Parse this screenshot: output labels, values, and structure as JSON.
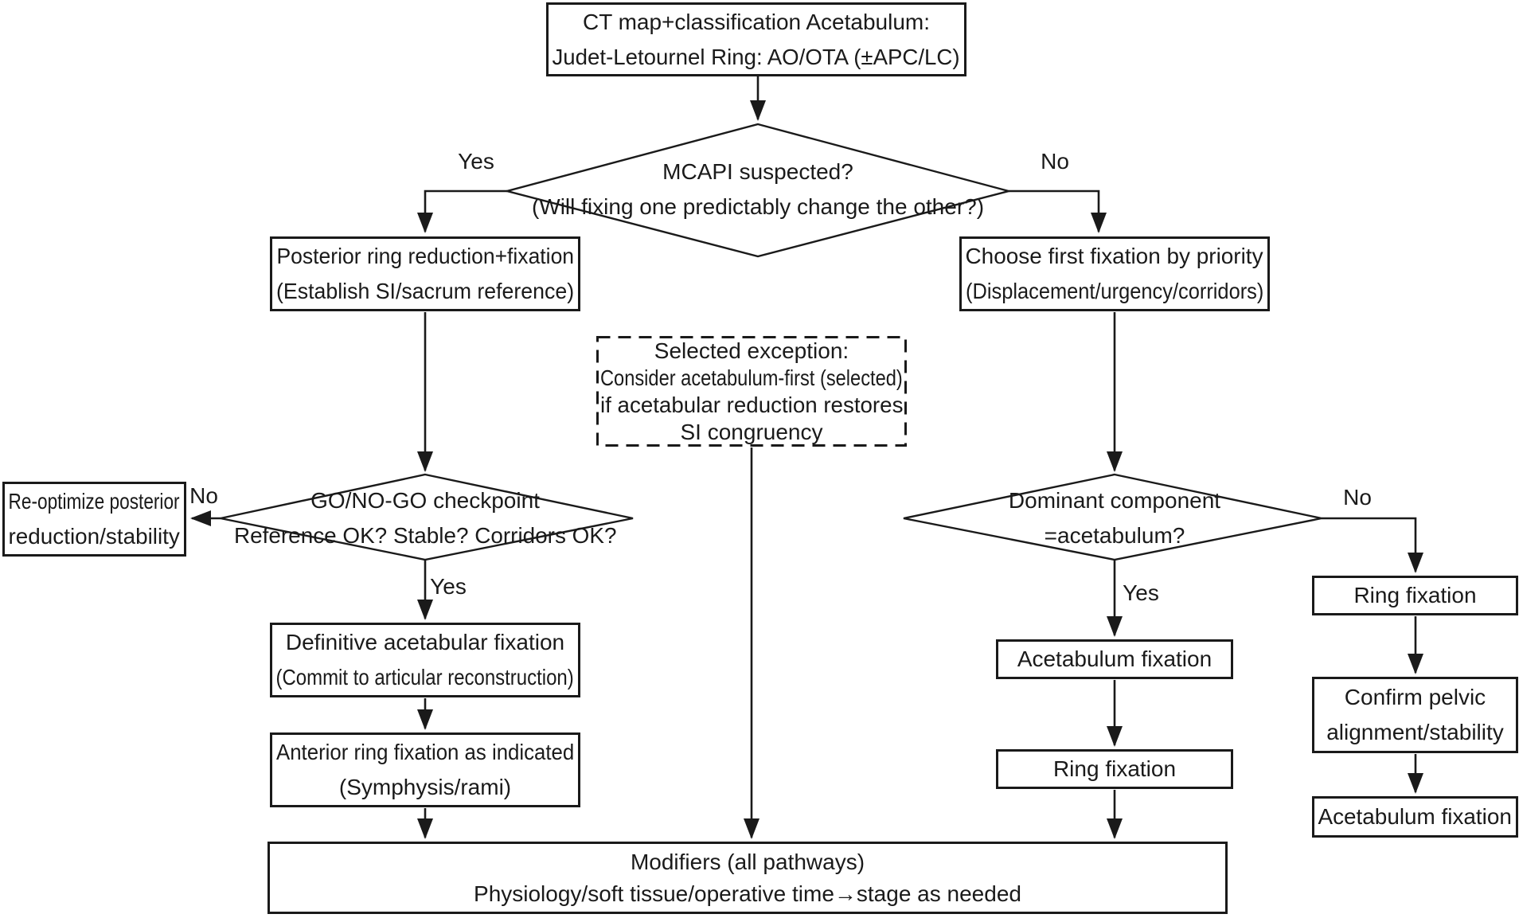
{
  "diagram_title": "Acetabulum and pelvic ring fixation decision flowchart",
  "colors": {
    "line": "#1a1a1a",
    "text": "#1a1a1a",
    "background": "#ffffff"
  },
  "nodes": {
    "ct_map": {
      "line1": "CT map+classification Acetabulum:",
      "line2": "Judet-Letournel Ring: AO/OTA (±APC/LC)"
    },
    "mcapi": {
      "line1": "MCAPI suspected?",
      "line2": "(Will fixing one predictably change the other?)"
    },
    "posterior": {
      "line1": "Posterior ring reduction+fixation",
      "line2": "(Establish SI/sacrum reference)"
    },
    "choose": {
      "line1": "Choose first fixation by priority",
      "line2": "(Displacement/urgency/corridors)"
    },
    "exception": {
      "line1": "Selected exception:",
      "line2": "Consider acetabulum-first (selected)",
      "line3": "if acetabular reduction restores",
      "line4": "SI congruency"
    },
    "go_checkpoint": {
      "line1": "GO/NO-GO checkpoint",
      "line2": "Reference OK? Stable? Corridors OK?"
    },
    "reoptimize": {
      "line1": "Re-optimize posterior",
      "line2": "reduction/stability"
    },
    "definitive": {
      "line1": "Definitive acetabular fixation",
      "line2": "(Commit to articular reconstruction)"
    },
    "anterior": {
      "line1": "Anterior ring fixation as indicated",
      "line2": "(Symphysis/rami)"
    },
    "dominant": {
      "line1": "Dominant component",
      "line2": "=acetabulum?"
    },
    "acetabulum_mid": {
      "line1": "Acetabulum fixation"
    },
    "ring_mid": {
      "line1": "Ring fixation"
    },
    "ring_right": {
      "line1": "Ring fixation"
    },
    "confirm_right": {
      "line1": "Confirm pelvic",
      "line2": "alignment/stability"
    },
    "acetabulum_right": {
      "line1": "Acetabulum fixation"
    },
    "modifiers": {
      "line1": "Modifiers (all pathways)",
      "line2": "Physiology/soft tissue/operative time→stage as needed"
    }
  },
  "labels": {
    "mcapi_yes": "Yes",
    "mcapi_no": "No",
    "go_no": "No",
    "go_yes": "Yes",
    "dominant_yes": "Yes",
    "dominant_no": "No"
  }
}
